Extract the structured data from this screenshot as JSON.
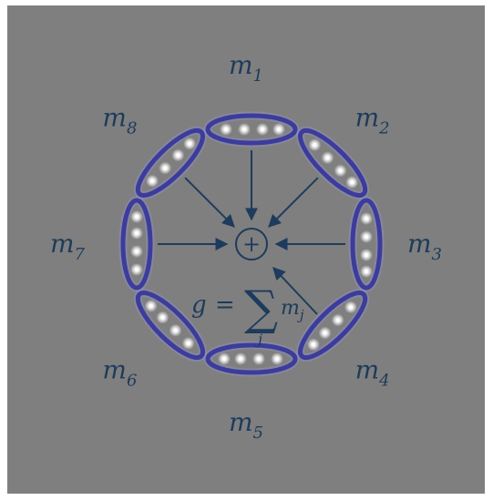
{
  "colors": {
    "panel": "#7f7f7f",
    "ring": "#3c3c9c",
    "ring_glow": "#9999dd",
    "arrow": "#1d3b5c",
    "text": "#1d3b5c",
    "bead": "#ffffff"
  },
  "modules": [
    {
      "base": "m",
      "sub": "1"
    },
    {
      "base": "m",
      "sub": "2"
    },
    {
      "base": "m",
      "sub": "3"
    },
    {
      "base": "m",
      "sub": "4"
    },
    {
      "base": "m",
      "sub": "5"
    },
    {
      "base": "m",
      "sub": "6"
    },
    {
      "base": "m",
      "sub": "7"
    },
    {
      "base": "m",
      "sub": "8"
    }
  ],
  "center_symbol": "+",
  "formula": {
    "lhs": "g",
    "eq": "=",
    "sum": "∑",
    "index": "j",
    "term_base": "m",
    "term_sub": "j"
  }
}
